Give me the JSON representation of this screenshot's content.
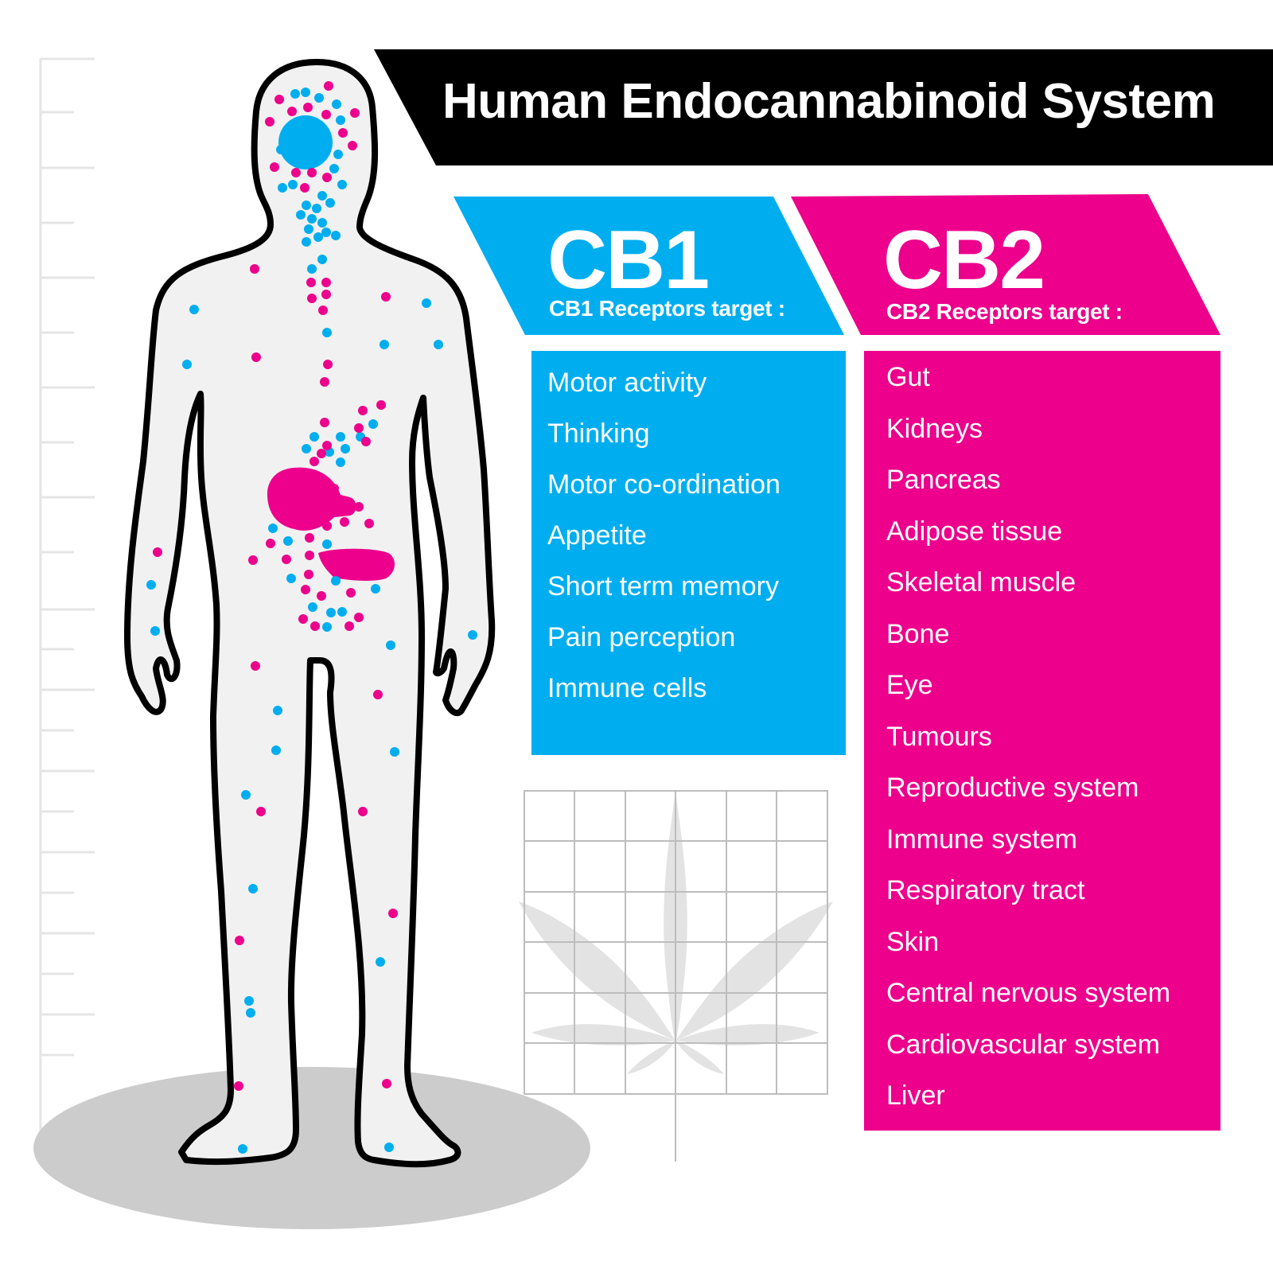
{
  "title": "Human Endocannabinoid System",
  "colors": {
    "cb1": "#00AEEF",
    "cb2": "#EC008C",
    "title_bg": "#000000",
    "body_fill": "#F1F1F1",
    "outline": "#000000",
    "shadow": "#CCCCCC",
    "ruler": "#E5E5E5",
    "grid": "#BDBDBD",
    "leaf": "#E3E3E3"
  },
  "cb1": {
    "heading": "CB1",
    "subheading": "CB1 Receptors target :",
    "targets": [
      "Motor activity",
      "Thinking",
      "Motor co-ordination",
      "Appetite",
      "Short term memory",
      "Pain perception",
      "Immune cells"
    ]
  },
  "cb2": {
    "heading": "CB2",
    "subheading": "CB2 Receptors target :",
    "targets": [
      "Gut",
      "Kidneys",
      "Pancreas",
      "Adipose tissue",
      "Skeletal muscle",
      "Bone",
      "Eye",
      "Tumours",
      "Reproductive system",
      "Immune system",
      "Respiratory tract",
      "Skin",
      "Central nervous system",
      "Cardiovascular system",
      "Liver"
    ]
  },
  "icons": {
    "figure": "human-body-silhouette",
    "leaf": "cannabis-leaf",
    "ruler": "height-ruler",
    "grid": "measurement-grid"
  }
}
